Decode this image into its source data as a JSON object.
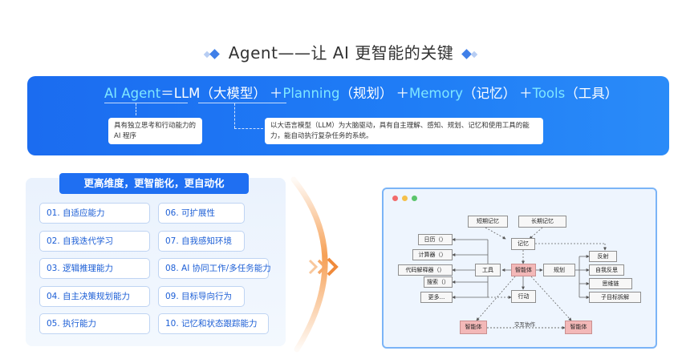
{
  "title": "Agent——让 AI 更智能的关键",
  "colors": {
    "banner": "#1f7af5",
    "highlight": "#7fe7ff",
    "accent_orange": "#f6a055",
    "pink_node": "#f3b8b8",
    "cap_text": "#1d5fd6"
  },
  "formula": {
    "agent": "AI Agent",
    "eq": "＝",
    "llm": "LLM（大模型）",
    "plus1": "＋",
    "planning": "Planning",
    "planning_cn": "（规划）",
    "plus2": "＋",
    "memory": "Memory",
    "memory_cn": "（记忆）",
    "plus3": "＋",
    "tools": "Tools",
    "tools_cn": "（工具）"
  },
  "notes": {
    "agent_def_1": "具有独立思考和行动能力的",
    "agent_def_2": "AI 程序",
    "llm_def_1": "以大语言模型（LLM）为大脑驱动，具有自主理解、感知、规划、记忆和使用工具的能",
    "llm_def_2": "力，能自动执行复杂任务的系统。"
  },
  "panel": {
    "header": "更高维度，更智能化，更自动化",
    "items": [
      "01.  自适应能力",
      "02.  自我迭代学习",
      "03.  逻辑推理能力",
      "04.  自主决策规划能力",
      "05.  执行能力",
      "06.  可扩展性",
      "07.  自我感知环境",
      "08.  AI 协同工作/多任务能力",
      "09.  目标导向行为",
      "10.  记忆和状态跟踪能力"
    ]
  },
  "diagram": {
    "short_memory": "短期记忆",
    "long_memory": "长期记忆",
    "memory": "记忆",
    "calendar": "日历（）",
    "calculator": "计算器（）",
    "code_interpreter": "代码解释器（）",
    "search": "搜索（）",
    "more": "更多...",
    "tools": "工具",
    "agent": "智能体",
    "planning": "规划",
    "reflection": "反射",
    "self_critique": "自我反思",
    "chain_of_thought": "思维链",
    "subgoal": "子目标拆解",
    "action": "行动",
    "agent_left": "智能体",
    "agent_right": "智能体",
    "collab": "交互协作"
  }
}
